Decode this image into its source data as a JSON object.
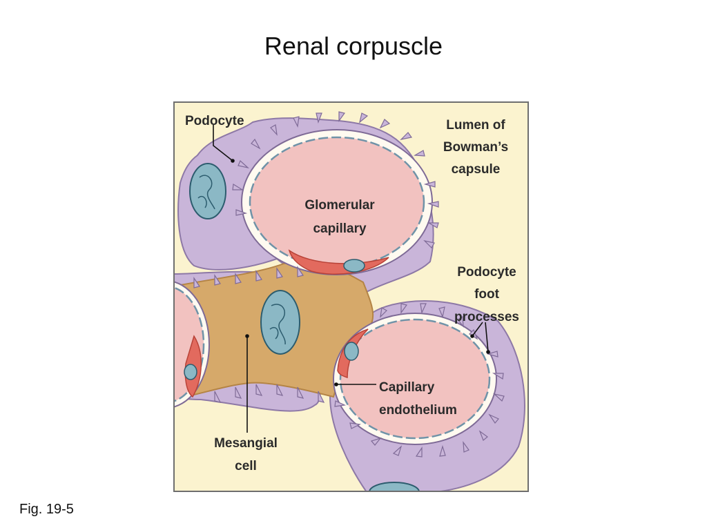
{
  "slide": {
    "title": "Renal corpuscle",
    "caption": "Fig. 19-5"
  },
  "diagram": {
    "labels": {
      "podocyte": "Podocyte",
      "lumen_line1": "Lumen of",
      "lumen_line2": "Bowman’s",
      "lumen_line3": "capsule",
      "glomerular_line1": "Glomerular",
      "glomerular_line2": "capillary",
      "foot_line1": "Podocyte",
      "foot_line2": "foot",
      "foot_line3": "processes",
      "endothelium_line1": "Capillary",
      "endothelium_line2": "endothelium",
      "mesangial_line1": "Mesangial",
      "mesangial_line2": "cell"
    },
    "colors": {
      "lumen_background": "#fbf3cf",
      "podocyte": "#c9b5d9",
      "capillary_lumen": "#f2c2c0",
      "endothelium": "#e26a5e",
      "mesangial_matrix": "#d6a96a",
      "nucleus": "#8bb8c5"
    }
  }
}
